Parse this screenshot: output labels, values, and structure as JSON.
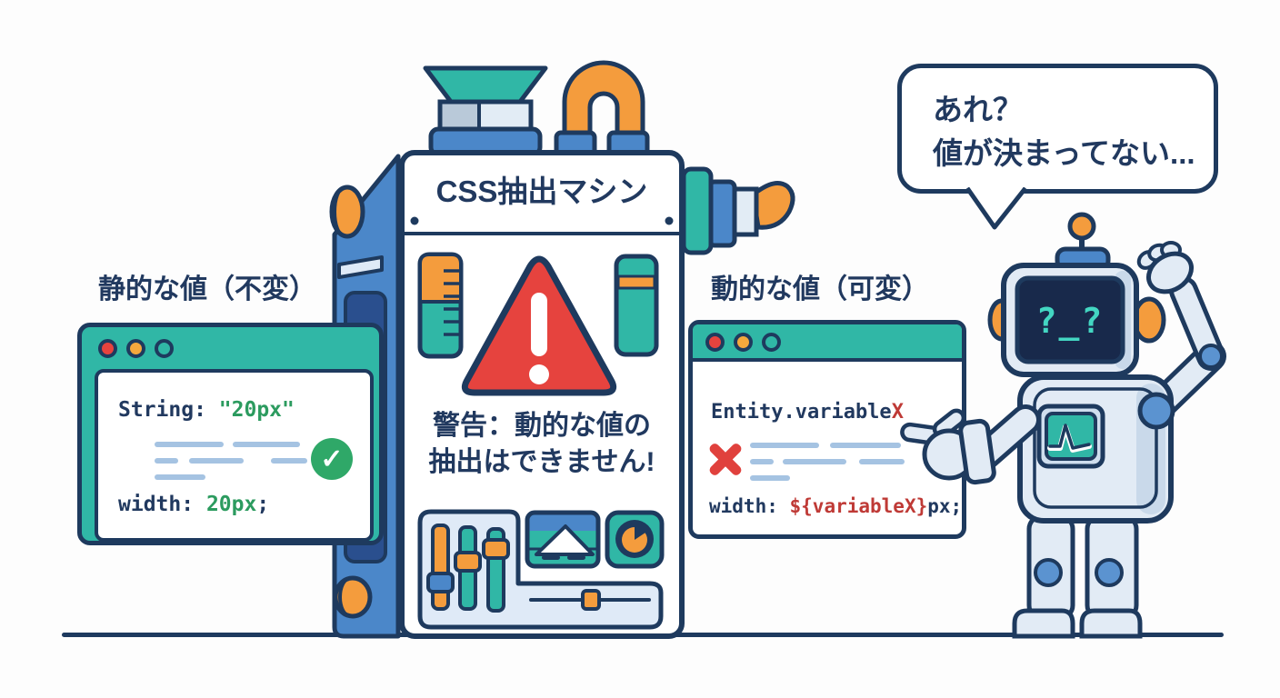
{
  "machine": {
    "title": "CSS抽出マシン",
    "warning_line1": "警告：動的な値の",
    "warning_line2": "抽出はできません!"
  },
  "static_window": {
    "label": "静的な値（不変）",
    "code_type": "String: ",
    "code_value": "\"20px\"",
    "css_property": "width: ",
    "css_value": "20px",
    "css_end": ";",
    "check_glyph": "✓"
  },
  "dynamic_window": {
    "label": "動的な値（可変）",
    "entity_base": "Entity.variable",
    "entity_var": "X",
    "css_property": "width: ",
    "css_variable": "${variableX}",
    "css_end": "px;"
  },
  "robot": {
    "speech_line1": "あれ？",
    "speech_line2": "値が決まってない...",
    "face_display": "?_?"
  },
  "colors": {
    "navy": "#1e3a5e",
    "teal": "#30b7a6",
    "blue": "#4b87c9",
    "dark_blue_panel": "#2a4f8e",
    "orange": "#f49c3d",
    "red": "#e6433e",
    "green": "#2fa868",
    "code_green": "#2c9b5f",
    "code_red": "#bf3a36",
    "skeleton": "#a5c3e2",
    "robot_body": "#e2ebf5",
    "face_screen": "#18294b",
    "face_glyph": "#43d6c2"
  }
}
